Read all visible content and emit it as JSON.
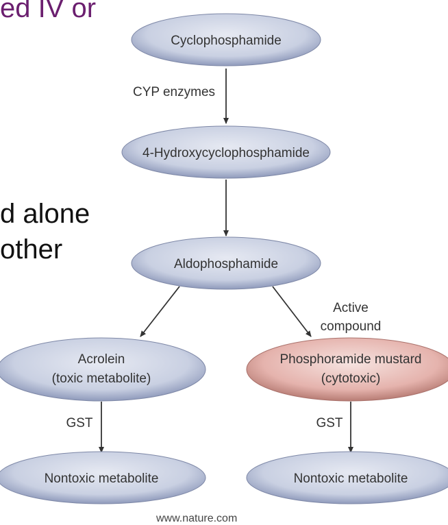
{
  "slide_text": {
    "line1": "ed IV or",
    "line2": "d alone",
    "line3": "other"
  },
  "diagram": {
    "nodes": {
      "cyclophosphamide": {
        "label": "Cyclophosphamide"
      },
      "hydroxy": {
        "label": "4-Hydroxycyclophosphamide"
      },
      "aldophosphamide": {
        "label": "Aldophosphamide"
      },
      "acrolein": {
        "label_line1": "Acrolein",
        "label_line2": "(toxic metabolite)"
      },
      "mustard": {
        "label_line1": "Phosphoramide mustard",
        "label_line2": "(cytotoxic)"
      },
      "nontoxic_left": {
        "label": "Nontoxic metabolite"
      },
      "nontoxic_right": {
        "label": "Nontoxic metabolite"
      }
    },
    "edges": {
      "cyp": "CYP enzymes",
      "active_line1": "Active",
      "active_line2": "compound",
      "gst_left": "GST",
      "gst_right": "GST"
    },
    "colors": {
      "node_fill": "#c9d0e2",
      "highlight_fill": "#e5b3ad",
      "arrow": "#333333"
    }
  },
  "footer": "www.nature.com"
}
